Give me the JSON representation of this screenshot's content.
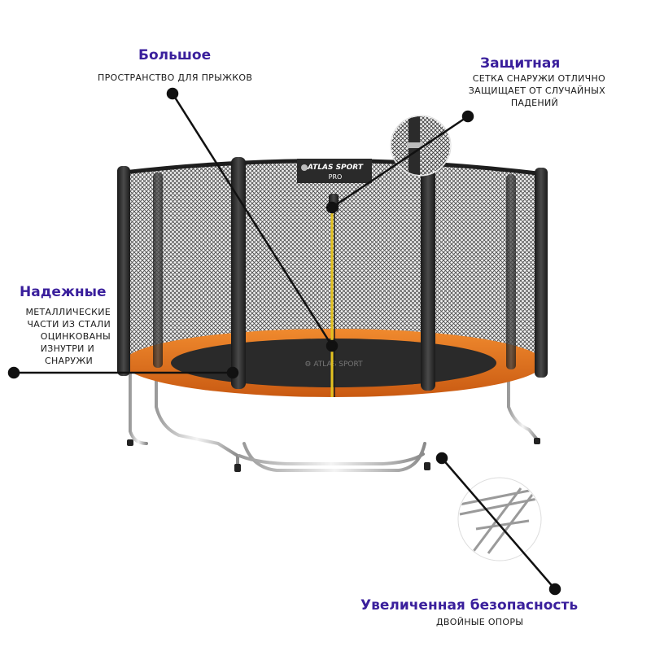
{
  "callouts": {
    "space": {
      "title": "Большое",
      "desc": "ПРОСТРАНСТВО ДЛЯ ПРЫЖКОВ"
    },
    "net": {
      "title": "Защитная",
      "line1": "СЕТКА СНАРУЖИ ОТЛИЧНО",
      "line2": "ЗАЩИЩАЕТ ОТ СЛУЧАЙНЫХ",
      "line3": "ПАДЕНИЙ"
    },
    "steel": {
      "title": "Надежные",
      "line1": "МЕТАЛЛИЧЕСКИЕ",
      "line2": "ЧАСТИ ИЗ СТАЛИ",
      "line3": "ОЦИНКОВАНЫ",
      "line4": "ИЗНУТРИ И",
      "line5": "СНАРУЖИ"
    },
    "safety": {
      "title": "Увеличенная безопасность",
      "desc": "ДВОЙНЫЕ ОПОРЫ"
    }
  },
  "product": {
    "brand": "ATLAS SPORT",
    "model": "PRO"
  },
  "colors": {
    "accent": "#3a1f9c",
    "frame_orange": "#e8731f",
    "net": "#2b2b2b"
  }
}
